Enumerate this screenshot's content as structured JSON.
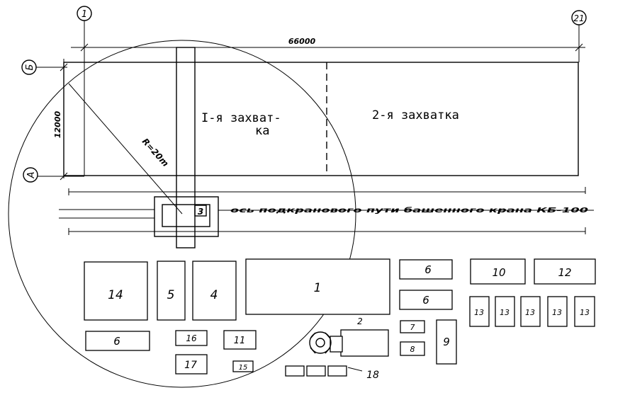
{
  "axes": {
    "axis_1": "1",
    "axis_21": "21",
    "axis_B": "Б",
    "axis_A": "А"
  },
  "dimensions": {
    "length": "66000",
    "width": "12000",
    "radius": "R=20m"
  },
  "zones": {
    "zone1_line1": "I-я захват-",
    "zone1_line2": "ка",
    "zone2": "2-я захватка"
  },
  "crane": {
    "label": "ось подкранового пути башенного крана КБ-100",
    "number": "3"
  },
  "objects": {
    "o14": "14",
    "o5": "5",
    "o4": "4",
    "o1": "1",
    "o6_a": "6",
    "o6_b": "6",
    "o6_c": "6",
    "o10": "10",
    "o12": "12",
    "o13_a": "13",
    "o13_b": "13",
    "o13_c": "13",
    "o13_d": "13",
    "o13_e": "13",
    "o16": "16",
    "o11": "11",
    "o17": "17",
    "o15": "15",
    "o2": "2",
    "o7": "7",
    "o8": "8",
    "o9": "9",
    "o18": "18"
  }
}
